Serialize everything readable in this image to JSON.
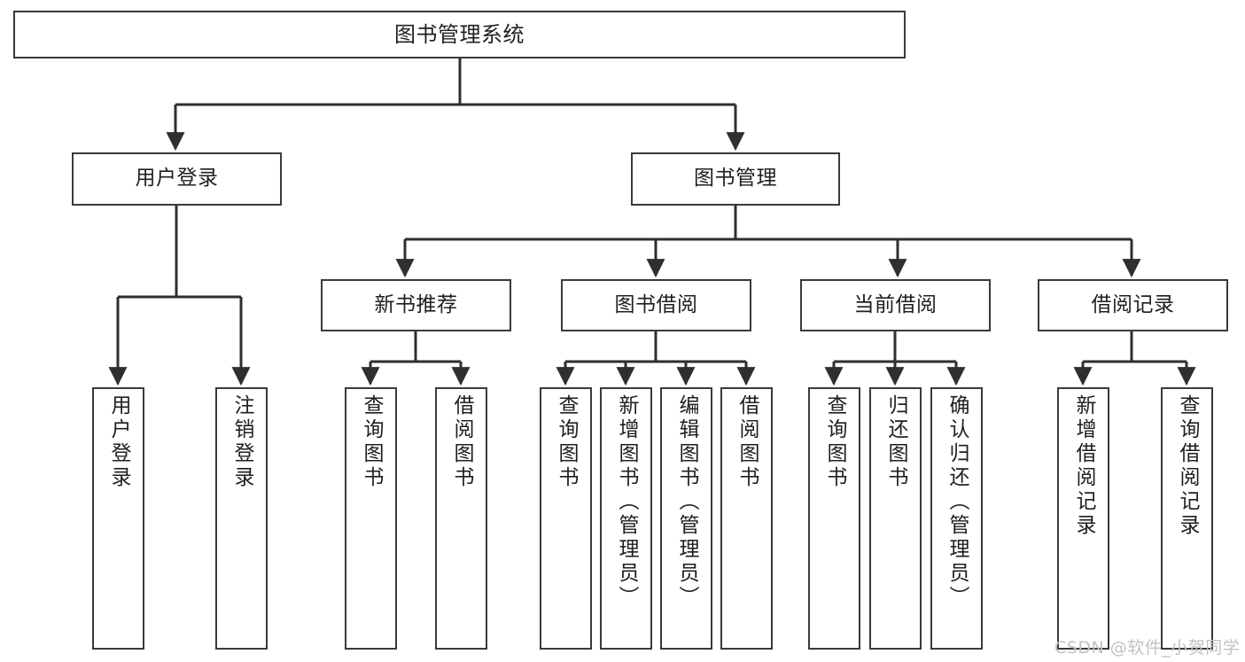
{
  "diagram": {
    "title": "图书管理系统",
    "watermark": "CSDN @软件_小贺同学",
    "colors": {
      "box_border": "#3a3a3a",
      "box_fill": "#ffffff",
      "edge": "#2f2f2f",
      "text": "#1f1f1f",
      "watermark": "#c2c2c2",
      "background": "#ffffff"
    },
    "nodes": {
      "root": {
        "label": "图书管理系统"
      },
      "level2": [
        {
          "id": "user-login",
          "label": "用户登录"
        },
        {
          "id": "book-manage",
          "label": "图书管理"
        }
      ],
      "level3": [
        {
          "id": "new-book-recommend",
          "label": "新书推荐"
        },
        {
          "id": "book-borrow",
          "label": "图书借阅"
        },
        {
          "id": "current-borrow",
          "label": "当前借阅"
        },
        {
          "id": "borrow-record",
          "label": "借阅记录"
        }
      ],
      "leaves": {
        "user-login": [
          {
            "id": "leaf-user-login",
            "label": "用户登录"
          },
          {
            "id": "leaf-logout-login",
            "label": "注销登录"
          }
        ],
        "new-book-recommend": [
          {
            "id": "leaf-query-book-1",
            "label": "查询图书"
          },
          {
            "id": "leaf-borrow-book-1",
            "label": "借阅图书"
          }
        ],
        "book-borrow": [
          {
            "id": "leaf-query-book-2",
            "label": "查询图书"
          },
          {
            "id": "leaf-add-book-admin",
            "label": "新增图书（管理员）"
          },
          {
            "id": "leaf-edit-book-admin",
            "label": "编辑图书（管理员）"
          },
          {
            "id": "leaf-borrow-book-2",
            "label": "借阅图书"
          }
        ],
        "current-borrow": [
          {
            "id": "leaf-query-book-3",
            "label": "查询图书"
          },
          {
            "id": "leaf-return-book",
            "label": "归还图书"
          },
          {
            "id": "leaf-confirm-return-admin",
            "label": "确认归还（管理员）"
          }
        ],
        "borrow-record": [
          {
            "id": "leaf-add-borrow-record",
            "label": "新增借阅记录"
          },
          {
            "id": "leaf-query-borrow-record",
            "label": "查询借阅记录"
          }
        ]
      }
    }
  }
}
